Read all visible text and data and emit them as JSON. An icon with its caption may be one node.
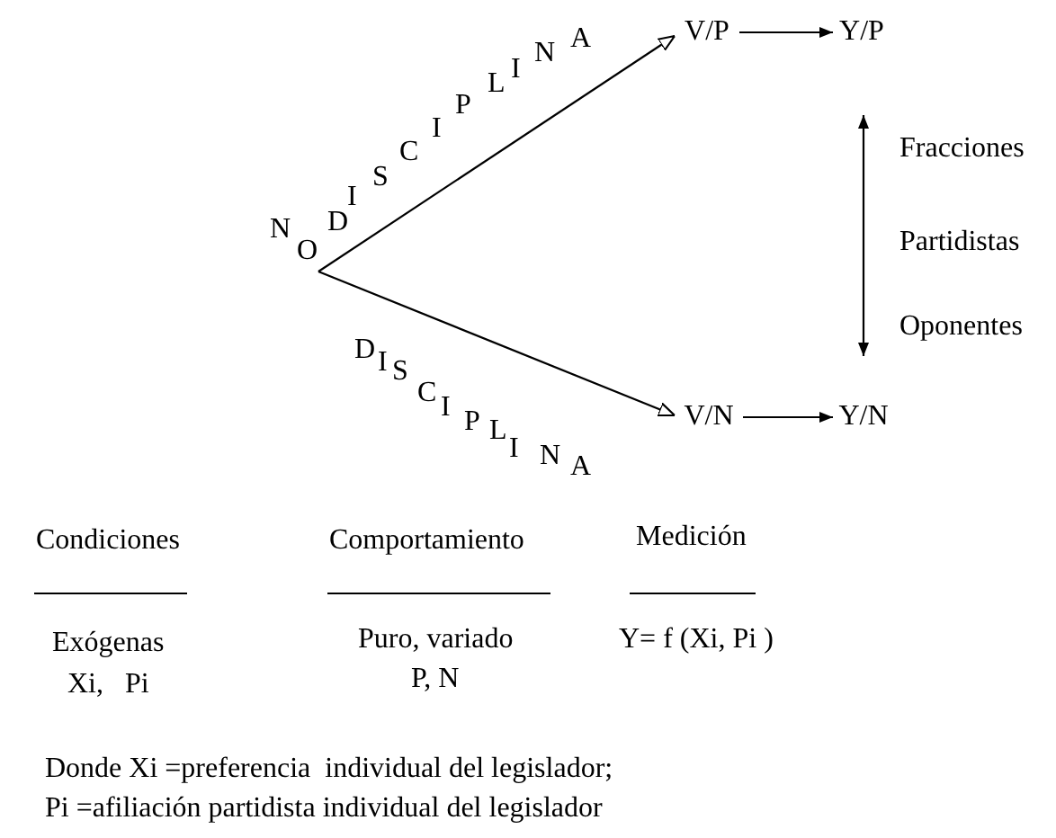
{
  "diagram": {
    "nodes": [
      {
        "text": [
          "NO"
        ]
      },
      {
        "text": [
          "V/P"
        ]
      },
      {
        "text": [
          "Y/P"
        ]
      },
      {
        "text": [
          "V/N"
        ]
      },
      {
        "text": [
          "Y/N"
        ]
      }
    ],
    "edges": [
      {
        "from": 0,
        "to": 1,
        "arrow": "to",
        "label": "DISCIPLINA"
      },
      {
        "from": 0,
        "to": 3,
        "arrow": "to",
        "label": "DISCIPLINA"
      },
      {
        "from": 1,
        "to": 2,
        "arrow": "to"
      },
      {
        "from": 3,
        "to": 4,
        "arrow": "to"
      }
    ],
    "labels": [
      "Fracciones",
      "Partidistas",
      "Oponentes",
      "Condiciones",
      "Comportamiento",
      "Medición",
      "Exógenas",
      "Xi,   Pi",
      "Puro, variado",
      "P, N",
      "Y= f (Xi, Pi )",
      "Donde Xi =preferencia  individual del legislador;",
      "Pi =afiliación partidista individual del legislador"
    ]
  }
}
